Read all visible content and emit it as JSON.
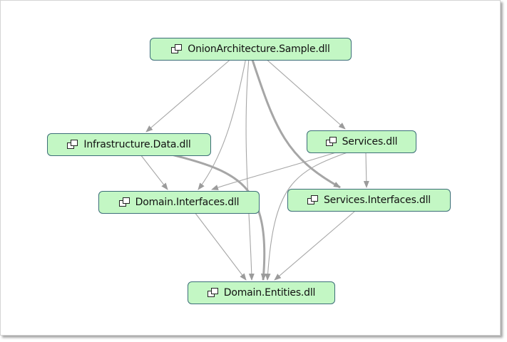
{
  "diagram": {
    "nodes": [
      {
        "id": "sample",
        "label": "OnionArchitecture.Sample.dll",
        "icon": "assembly-icon"
      },
      {
        "id": "infra",
        "label": "Infrastructure.Data.dll",
        "icon": "assembly-icon"
      },
      {
        "id": "services",
        "label": "Services.dll",
        "icon": "assembly-icon"
      },
      {
        "id": "domint",
        "label": "Domain.Interfaces.dll",
        "icon": "assembly-icon"
      },
      {
        "id": "servint",
        "label": "Services.Interfaces.dll",
        "icon": "assembly-icon"
      },
      {
        "id": "entities",
        "label": "Domain.Entities.dll",
        "icon": "assembly-icon"
      }
    ],
    "edges": [
      {
        "from": "sample",
        "to": "infra",
        "weight": "thin"
      },
      {
        "from": "sample",
        "to": "services",
        "weight": "thin"
      },
      {
        "from": "sample",
        "to": "domint",
        "weight": "thin"
      },
      {
        "from": "sample",
        "to": "entities",
        "weight": "thin"
      },
      {
        "from": "sample",
        "to": "servint",
        "weight": "thick"
      },
      {
        "from": "infra",
        "to": "domint",
        "weight": "thin"
      },
      {
        "from": "infra",
        "to": "entities",
        "weight": "thick"
      },
      {
        "from": "services",
        "to": "domint",
        "weight": "thin"
      },
      {
        "from": "services",
        "to": "servint",
        "weight": "thin"
      },
      {
        "from": "services",
        "to": "entities",
        "weight": "thin"
      },
      {
        "from": "domint",
        "to": "entities",
        "weight": "thin"
      },
      {
        "from": "servint",
        "to": "entities",
        "weight": "thin"
      }
    ],
    "colors": {
      "node_fill": "#c3f7c4",
      "node_border": "#3c6e78",
      "edge": "#a6a6a6",
      "arrowhead": "#9b9b9b"
    }
  }
}
